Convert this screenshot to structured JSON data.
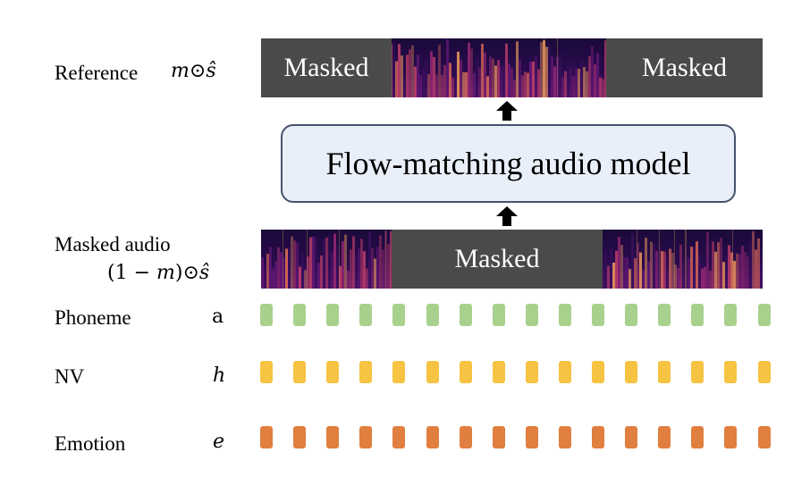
{
  "reference": {
    "label": "Reference",
    "math_m": "m",
    "math_odot": "⊙",
    "math_s": "ŝ",
    "mask_left": "Masked",
    "mask_right": "Masked"
  },
  "model": {
    "title": "Flow-matching audio model"
  },
  "masked_audio": {
    "label": "Masked audio",
    "math_open": "(1 − ",
    "math_m": "m",
    "math_close": ")",
    "math_odot": "⊙",
    "math_s": "ŝ",
    "mask_center": "Masked"
  },
  "rows": [
    {
      "label": "Phoneme",
      "symbol": "a",
      "symbol_italic": false,
      "token_count": 16,
      "color": "#a9d18e"
    },
    {
      "label": "NV",
      "symbol": "h",
      "symbol_italic": true,
      "token_count": 16,
      "color": "#f6c342"
    },
    {
      "label": "Emotion",
      "symbol": "e",
      "symbol_italic": true,
      "token_count": 16,
      "color": "#e07f3f"
    }
  ],
  "colors": {
    "mask_fill": "#4a4a4a",
    "model_fill": "#e9eff8",
    "model_border": "#44546a",
    "arrow": "#000000"
  }
}
